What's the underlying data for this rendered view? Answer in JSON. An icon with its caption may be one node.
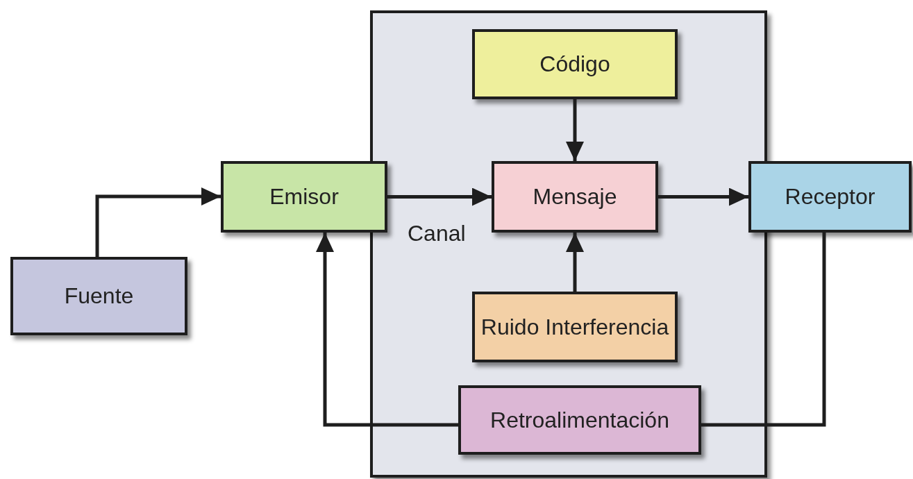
{
  "diagram": {
    "nodes": [
      {
        "text": [],
        "shape": "box"
      },
      {
        "text": [
          "Fuente"
        ]
      },
      {
        "text": [
          "Emisor"
        ]
      },
      {
        "text": [
          "Código"
        ],
        "in": 0
      },
      {
        "text": [
          "Mensaje"
        ],
        "in": 0
      },
      {
        "text": [
          "Receptor"
        ]
      },
      {
        "text": [
          "Ruido Interferencia"
        ],
        "in": 0
      },
      {
        "text": [
          "Retroalimentación"
        ],
        "in": 0
      }
    ],
    "edges": [
      {
        "from": 1,
        "to": 2,
        "arrow": "to"
      },
      {
        "from": 2,
        "to": 4,
        "arrow": "to",
        "label": "Canal"
      },
      {
        "from": 3,
        "to": 4,
        "arrow": "to"
      },
      {
        "from": 6,
        "to": 4,
        "arrow": "to"
      },
      {
        "from": 4,
        "to": 5,
        "arrow": "to"
      },
      {
        "from": 5,
        "to": 7,
        "arrow": "none"
      },
      {
        "from": 7,
        "to": 2,
        "arrow": "to"
      }
    ]
  }
}
